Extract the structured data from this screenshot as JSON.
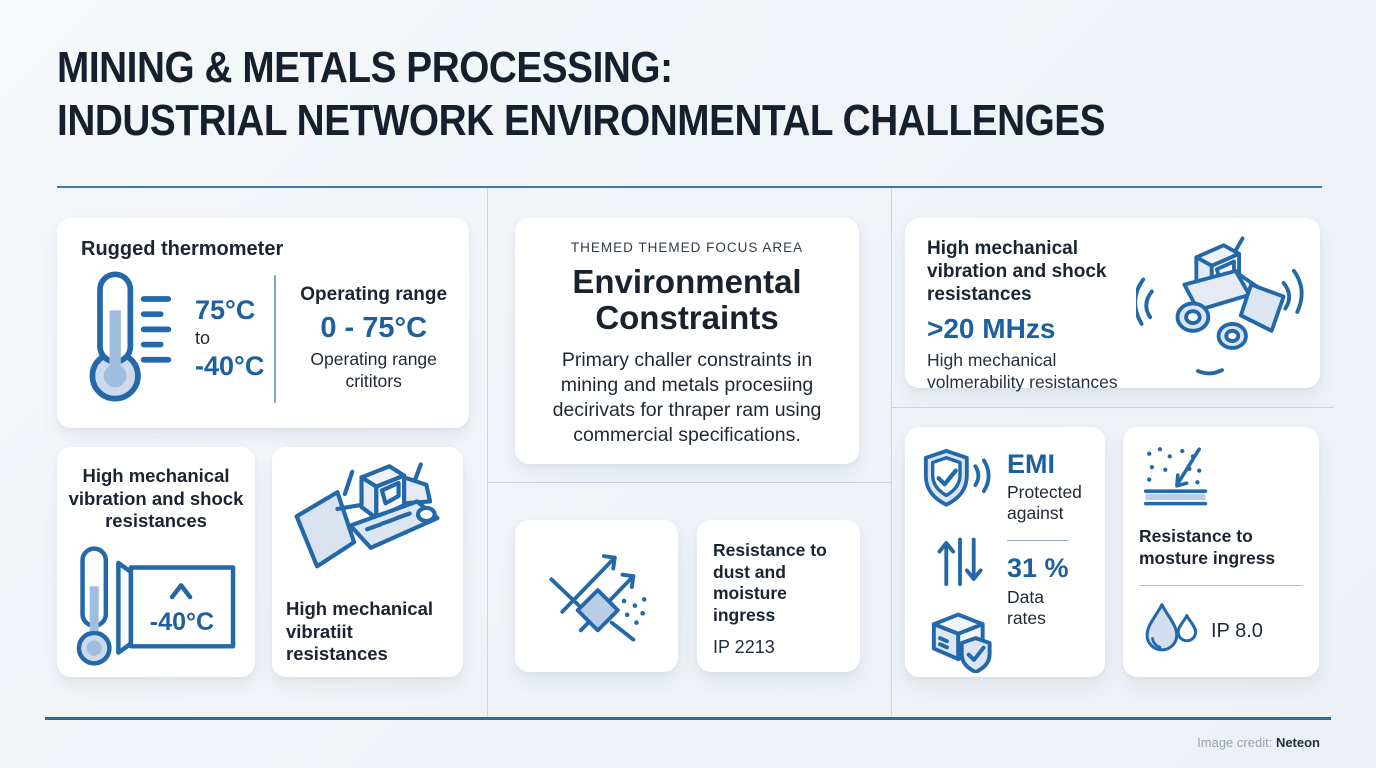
{
  "header": {
    "title_line1": "MINING & METALS PROCESSING:",
    "title_line2": "INDUSTRIAL NETWORK ENVIRONMENTAL CHALLENGES"
  },
  "footer": {
    "credit_label": "Image credit:",
    "credit_name": "Neteon"
  },
  "colors": {
    "accent_blue": "#1d5f9f",
    "icon_stroke": "#2368a8",
    "rule_blue": "#2e6b95",
    "divider": "#c9d5e2"
  },
  "icons": {
    "thermometer_scale": "thermometer-scale-icon",
    "thermometer_flag": "thermometer-flag-icon",
    "bulldozer": "bulldozer-icon",
    "wheel_loader_vibration": "wheel-loader-vibration-icon",
    "dust_deflect": "dust-deflect-icon",
    "shield_check_waves": "shield-check-waves-icon",
    "up_down_arrows": "up-down-arrows-icon",
    "box_shield": "box-shield-icon",
    "splash_surface": "splash-surface-icon",
    "water_drops": "water-drops-icon"
  },
  "cards": {
    "rugged": {
      "title": "Rugged thermometer",
      "temp_high": "75°C",
      "temp_join": "to",
      "temp_low": "-40°C",
      "range_title": "Operating range",
      "range_value": "0 - 75°C",
      "range_caption": "Operating range crititors"
    },
    "shock": {
      "title": "High mechanical vibration and shock resistances",
      "flag_value": "-40°C"
    },
    "dozer": {
      "caption": "High mechanical vibratiit resistances"
    },
    "focus": {
      "eyebrow": "THEMED THEMED FOCUS AREA",
      "heading_line1": "Environmental",
      "heading_line2": "Constraints",
      "body": "Primary challer constraints in mining and metals procesiing decirivats for thraper ram using commercial specifications."
    },
    "dust": {
      "title": "Resistance to dust and moisture ingress",
      "rating": "IP 2213"
    },
    "vibration": {
      "title": "High mechanical vibration and shock resistances",
      "value": ">20 MHzs",
      "caption": "High mechanical volmerability resistances"
    },
    "emi": {
      "value": "EMI",
      "label": "Protected against",
      "stat_value": "31 %",
      "stat_label": "Data rates"
    },
    "moisture": {
      "title": "Resistance to mosture ingress",
      "rating": "IP 8.0"
    }
  }
}
